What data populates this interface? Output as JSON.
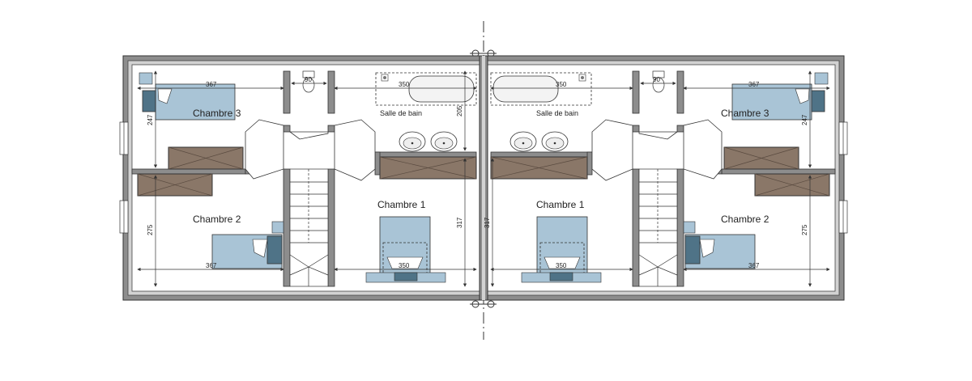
{
  "plan": {
    "rooms": {
      "left_chambre3": "Chambre 3",
      "left_chambre2": "Chambre 2",
      "left_chambre1": "Chambre 1",
      "left_bath": "Salle de bain",
      "right_chambre3": "Chambre 3",
      "right_chambre2": "Chambre 2",
      "right_chambre1": "Chambre 1",
      "right_bath": "Salle de bain"
    },
    "dims": {
      "left_c3_width": "367",
      "left_c3_height": "247",
      "left_c2_width": "367",
      "left_c2_height": "275",
      "left_wc": "90",
      "left_bath_width": "350",
      "left_bath_height": "205",
      "left_c1_width": "350",
      "left_c1_height": "317",
      "right_c3_width": "367",
      "right_c3_height": "247",
      "right_c2_width": "367",
      "right_c2_height": "275",
      "right_wc": "90",
      "right_bath_width": "350",
      "right_c1_width": "350",
      "right_c1_height": "317"
    },
    "colors": {
      "wall": "#7b7b7b",
      "bed": "#a9c4d6",
      "bed_dark": "#4f7387",
      "wardrobe": "#8a7768",
      "dim_line": "#333333"
    }
  }
}
